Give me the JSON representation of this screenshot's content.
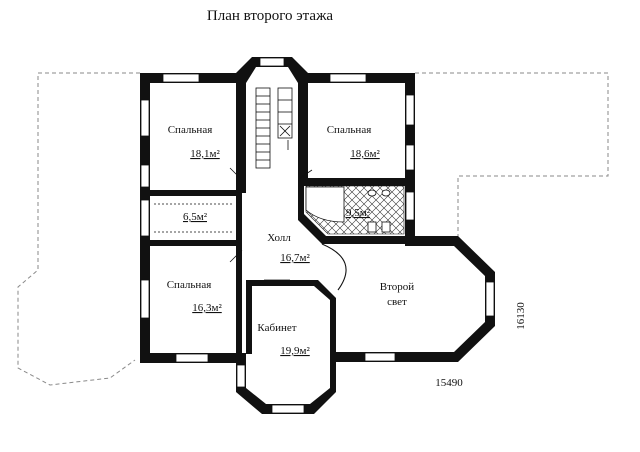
{
  "title": "План второго этажа",
  "rooms": [
    {
      "key": "bedroom_1",
      "name": "Спальная",
      "area": "18,1м²"
    },
    {
      "key": "bedroom_2",
      "name": "Спальная",
      "area": "18,6м²"
    },
    {
      "key": "bathroom",
      "name": "",
      "area": "9,5м²"
    },
    {
      "key": "wardrobe",
      "name": "",
      "area": "6,5м²"
    },
    {
      "key": "hall",
      "name": "Холл",
      "area": "16,7м²"
    },
    {
      "key": "bedroom_3",
      "name": "Спальная",
      "area": "16,3м²"
    },
    {
      "key": "study",
      "name": "Кабинет",
      "area": "19,9м²"
    },
    {
      "key": "double_height",
      "name": "Второй\nсвет",
      "area": ""
    }
  ],
  "dimensions": {
    "width": "15490",
    "depth": "16130"
  },
  "colors": {
    "wall": "#111111",
    "dash": "#8a8a8a",
    "tile": "#333333"
  }
}
